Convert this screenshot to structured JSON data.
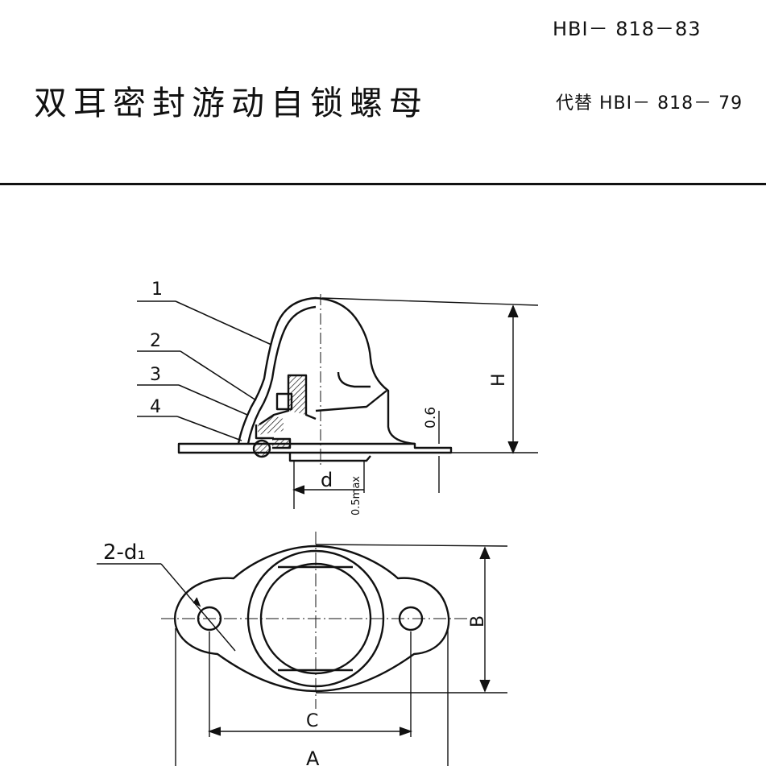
{
  "header": {
    "standard_number": "HBI－ 818－83",
    "title": "双耳密封游动自锁螺母",
    "replaces": "代替 HBI－ 818－ 79"
  },
  "drawing": {
    "part_callouts": [
      "1",
      "2",
      "3",
      "4"
    ],
    "dims": {
      "height": "H",
      "thickness": "0.6",
      "thread_dia": "d",
      "float": "0.5max",
      "hole_dia": "2-d₁",
      "width": "B",
      "hole_spacing": "C",
      "length": "A"
    }
  }
}
